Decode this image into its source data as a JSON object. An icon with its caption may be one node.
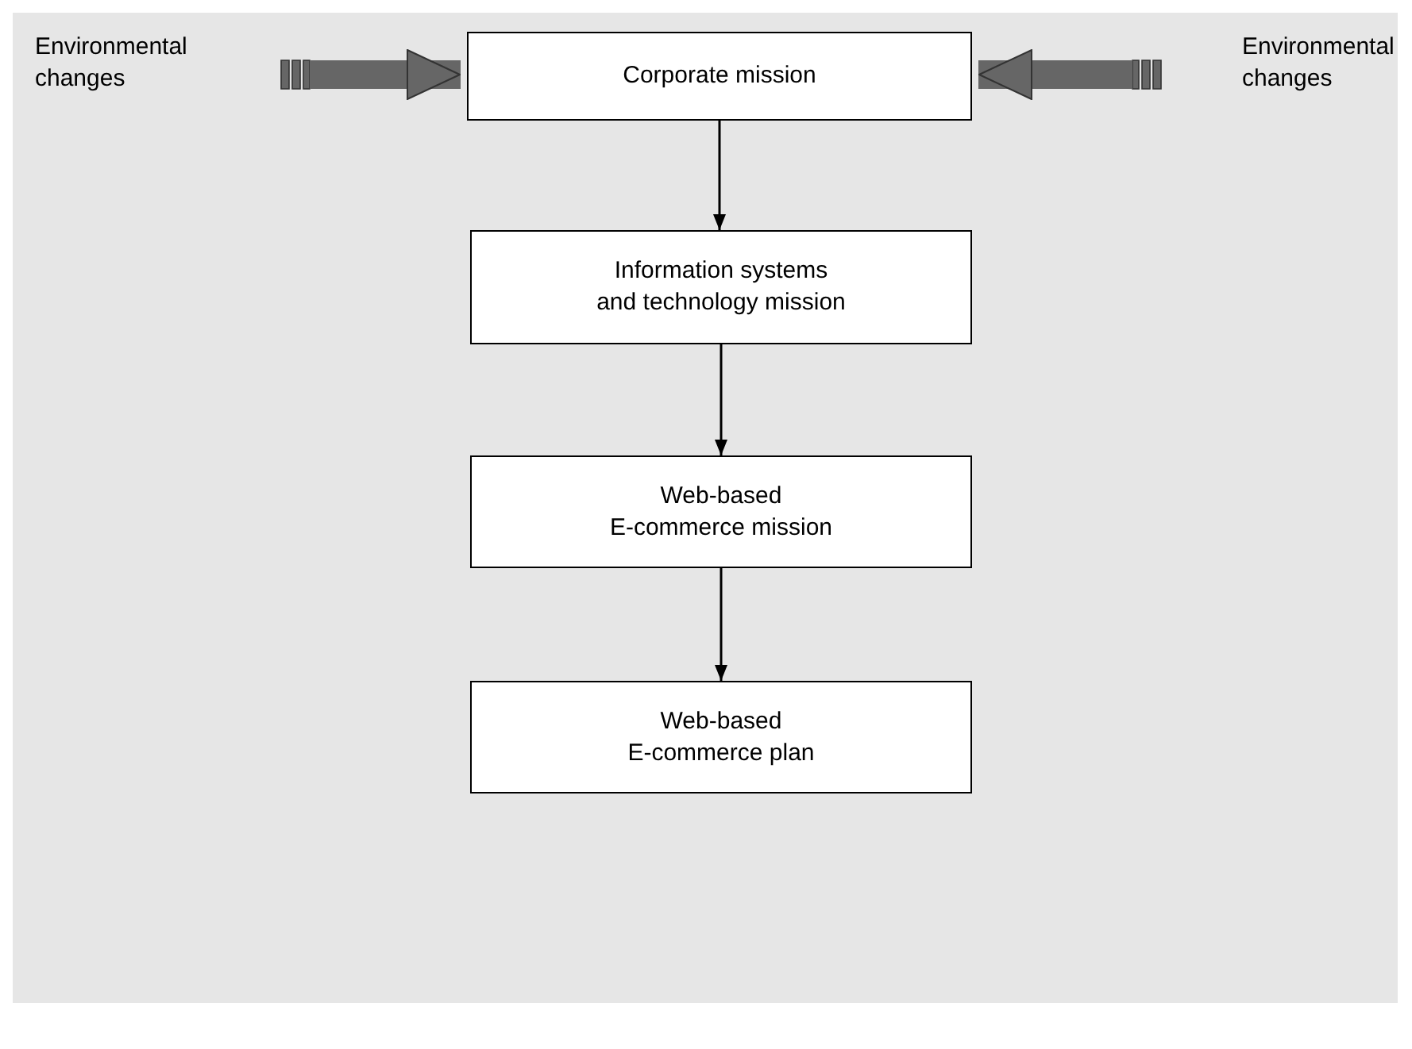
{
  "diagram": {
    "nodes": [
      {
        "text": [
          "Environmental changes"
        ]
      },
      {
        "text": [
          "Corporate mission"
        ]
      },
      {
        "text": [
          "Environmental changes"
        ]
      },
      {
        "text": [
          "Information systems and technology mission"
        ]
      },
      {
        "text": [
          "Web-based E-commerce mission"
        ]
      },
      {
        "text": [
          "Web-based E-commerce plan"
        ]
      }
    ],
    "edges": [
      {
        "from": 0,
        "to": 1,
        "arrow": "to",
        "style": "thick",
        "color": "#666666"
      },
      {
        "from": 2,
        "to": 1,
        "arrow": "to",
        "style": "thick",
        "color": "#666666"
      },
      {
        "from": 1,
        "to": 3,
        "arrow": "to"
      },
      {
        "from": 3,
        "to": 4,
        "arrow": "to"
      },
      {
        "from": 4,
        "to": 5,
        "arrow": "to"
      }
    ]
  }
}
